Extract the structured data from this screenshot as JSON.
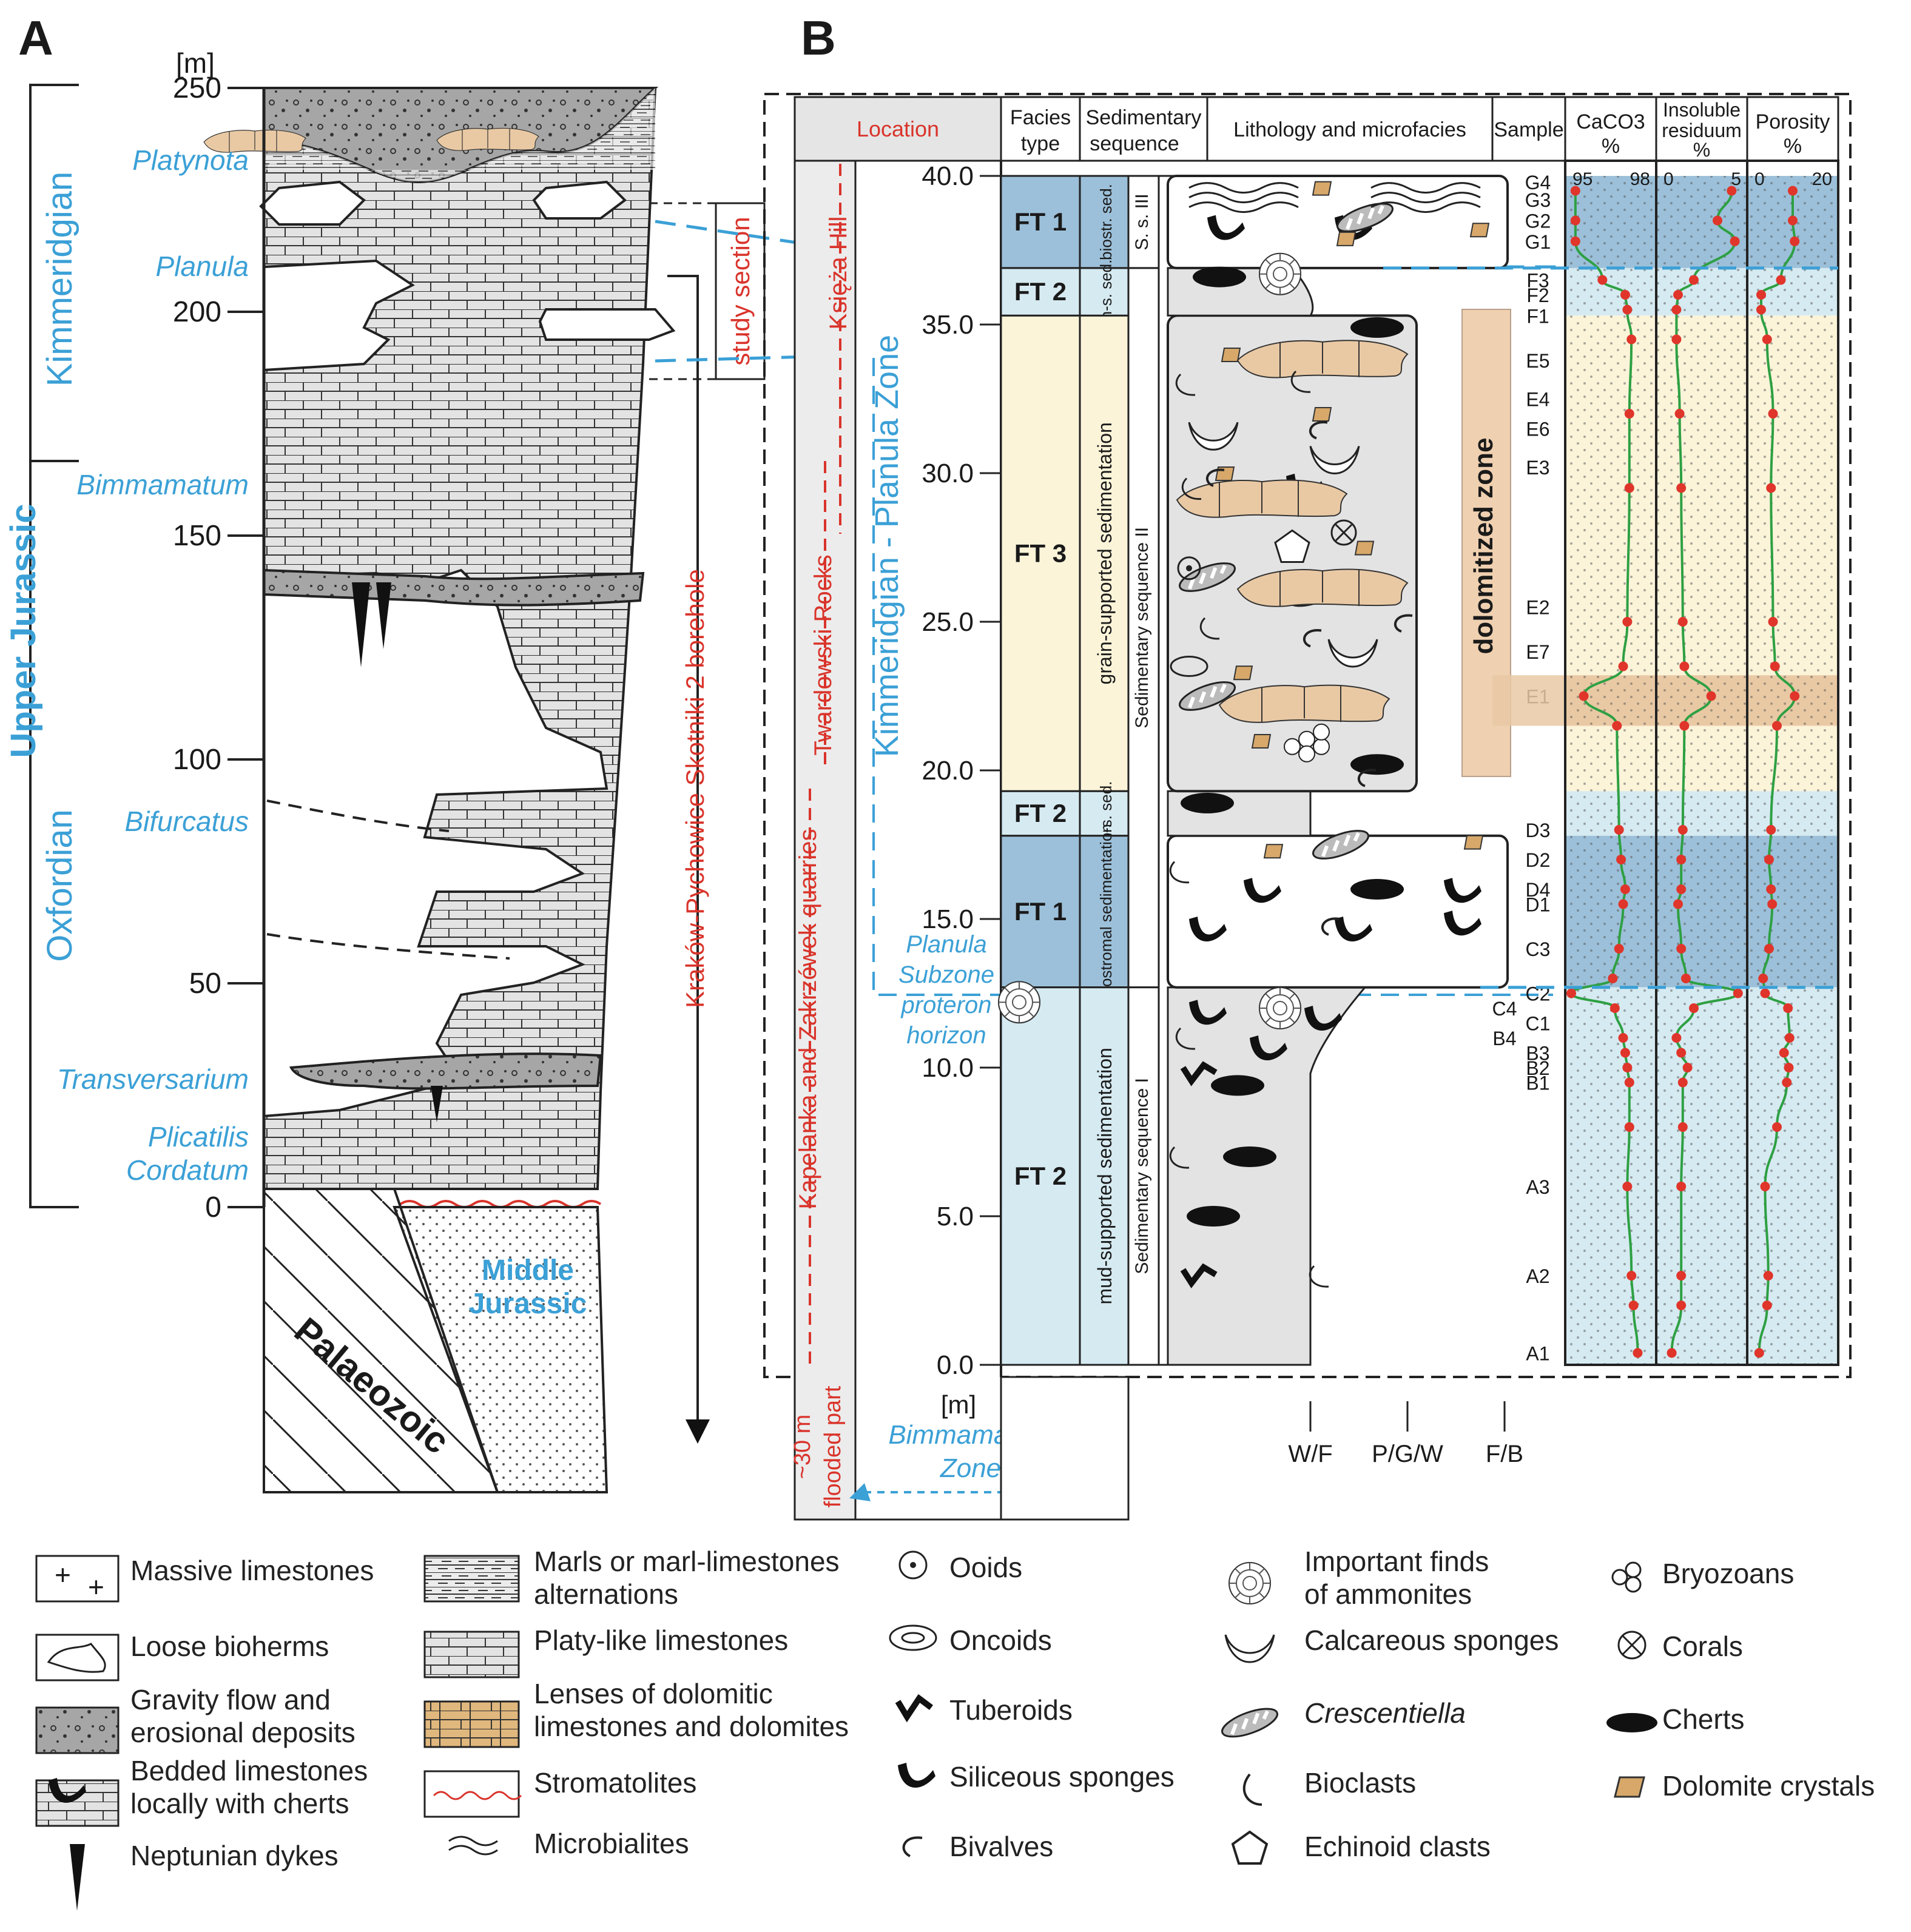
{
  "panel_a": {
    "label": "A",
    "unit": "[m]",
    "ticks": [
      "250",
      "200",
      "150",
      "100",
      "50",
      "0"
    ],
    "stage_labels": {
      "kimmeridgian": "Kimmeridgian",
      "upper_jurassic": "Upper Jurassic",
      "oxfordian": "Oxfordian"
    },
    "zones": [
      "Platynota",
      "Planula",
      "Bimmamatum",
      "Bifurcatus",
      "Transversarium",
      "Plicatilis",
      "Cordatum"
    ],
    "study_section": "study section",
    "borehole": "Kraków-Pychowice Skotniki 2 borehole",
    "middle_jurassic": [
      "Middle",
      "Jurassic"
    ],
    "palaeozoic": "Palaeozoic"
  },
  "panel_b": {
    "label": "B",
    "headers": {
      "location": "Location",
      "facies": [
        "Facies",
        "type"
      ],
      "sequence": [
        "Sedimentary",
        "sequence"
      ],
      "lithology": "Lithology and microfacies",
      "sample": "Sample",
      "caco3": [
        "CaCO3",
        "%"
      ],
      "insoluble": [
        "Insoluble",
        "residuum",
        "%"
      ],
      "porosity": [
        "Porosity",
        "%"
      ]
    },
    "depth_ticks": [
      "40.0",
      "35.0",
      "30.0",
      "25.0",
      "20.0",
      "15.0",
      "10.0",
      "5.0",
      "0.0"
    ],
    "depth_unit": "[m]",
    "locations": {
      "ksieza": "Księża Hill",
      "twardowski": "Twardowski Rocks",
      "kapelanka": "Kapelanka and Zakrzówek quarries",
      "flooded": [
        "~30 m",
        "flooded part"
      ]
    },
    "zone_label": "Kimmeridgian - Planula Zone",
    "planula_subzone": [
      "Planula",
      "Subzone"
    ],
    "proteron": [
      "proteron",
      "horizon"
    ],
    "bimmamatum_zone": [
      "Bimmamatum",
      "Zone"
    ],
    "facies": [
      {
        "label": "FT 1",
        "seq": "biostr. sed."
      },
      {
        "label": "FT 2",
        "seq": "m-s. sed."
      },
      {
        "label": "FT 3",
        "seq": "grain-supported sedimentation"
      },
      {
        "label": "FT 2",
        "seq": "m-s. sed."
      },
      {
        "label": "FT 1",
        "seq": "biostromal sedimentation"
      },
      {
        "label": "FT 2",
        "seq": "mud-supported sedimentation"
      }
    ],
    "sequences": [
      "S. s. III",
      "Sedimentary sequence II",
      "Sedimentary sequence I"
    ],
    "dolomitized": "dolomitized zone",
    "texture_labels": [
      "W/F",
      "P/G/W",
      "F/B"
    ],
    "caco3_scale": [
      "95",
      "98"
    ],
    "insoluble_scale": [
      "0",
      "5"
    ],
    "porosity_scale": [
      "0",
      "20"
    ],
    "colors": {
      "ft1": "#9cc0d9",
      "ft2": "#d6eaf1",
      "ft3": "#fbf4d9",
      "dolomite": "#e9c9a4",
      "accent_blue": "#3ba0d6",
      "accent_red": "#d9342b",
      "curve": "#2ea043"
    }
  },
  "chart_data": {
    "type": "line",
    "y_label": "[m]",
    "ylim": [
      0,
      40
    ],
    "series": [
      {
        "name": "CaCO3",
        "xlim": [
          95,
          98.8
        ],
        "points": [
          [
            0.4,
            98.2
          ],
          [
            2.0,
            98.0
          ],
          [
            3.0,
            97.9
          ],
          [
            6.0,
            97.7
          ],
          [
            8.0,
            97.8
          ],
          [
            9.5,
            97.8
          ],
          [
            10.0,
            97.7
          ],
          [
            10.5,
            97.6
          ],
          [
            11.0,
            97.5
          ],
          [
            12.0,
            97.1
          ],
          [
            12.5,
            95.0
          ],
          [
            13.0,
            97.0
          ],
          [
            14.0,
            97.3
          ],
          [
            15.5,
            97.5
          ],
          [
            16.0,
            97.6
          ],
          [
            17.0,
            97.4
          ],
          [
            18.0,
            97.3
          ],
          [
            21.5,
            97.2
          ],
          [
            22.5,
            95.6
          ],
          [
            23.5,
            97.5
          ],
          [
            25.0,
            97.7
          ],
          [
            29.5,
            97.8
          ],
          [
            32.0,
            97.8
          ],
          [
            34.5,
            97.9
          ],
          [
            35.5,
            97.7
          ],
          [
            36.0,
            97.6
          ],
          [
            36.5,
            96.5
          ],
          [
            37.8,
            95.2
          ],
          [
            38.5,
            95.2
          ],
          [
            39.5,
            95.2
          ]
        ]
      },
      {
        "name": "Insoluble residuum",
        "xlim": [
          0,
          5
        ],
        "points": [
          [
            0.4,
            0.6
          ],
          [
            2.0,
            1.2
          ],
          [
            3.0,
            1.2
          ],
          [
            6.0,
            1.2
          ],
          [
            8.0,
            1.3
          ],
          [
            9.5,
            1.3
          ],
          [
            10.0,
            1.6
          ],
          [
            10.5,
            1.2
          ],
          [
            11.0,
            0.9
          ],
          [
            12.0,
            2.0
          ],
          [
            12.5,
            4.8
          ],
          [
            13.0,
            1.5
          ],
          [
            14.0,
            1.2
          ],
          [
            15.5,
            1.0
          ],
          [
            16.0,
            1.2
          ],
          [
            17.0,
            1.2
          ],
          [
            18.0,
            1.3
          ],
          [
            21.5,
            1.4
          ],
          [
            22.5,
            3.1
          ],
          [
            23.5,
            1.4
          ],
          [
            25.0,
            1.3
          ],
          [
            29.5,
            1.2
          ],
          [
            32.0,
            1.1
          ],
          [
            34.5,
            0.9
          ],
          [
            35.5,
            0.9
          ],
          [
            36.0,
            1.0
          ],
          [
            36.5,
            2.0
          ],
          [
            37.8,
            4.6
          ],
          [
            38.5,
            3.5
          ],
          [
            39.5,
            4.4
          ]
        ]
      },
      {
        "name": "Porosity",
        "xlim": [
          0,
          20
        ],
        "points": [
          [
            0.4,
            1.5
          ],
          [
            2.0,
            3.5
          ],
          [
            3.0,
            3.8
          ],
          [
            6.0,
            3.0
          ],
          [
            8.0,
            6.0
          ],
          [
            9.5,
            8.5
          ],
          [
            10.0,
            9.0
          ],
          [
            10.5,
            7.8
          ],
          [
            11.0,
            9.2
          ],
          [
            12.0,
            8.8
          ],
          [
            12.5,
            3.0
          ],
          [
            13.0,
            2.5
          ],
          [
            14.0,
            4.0
          ],
          [
            15.5,
            4.8
          ],
          [
            16.0,
            4.5
          ],
          [
            17.0,
            4.0
          ],
          [
            18.0,
            4.5
          ],
          [
            21.5,
            6.0
          ],
          [
            22.5,
            10.5
          ],
          [
            23.5,
            5.5
          ],
          [
            25.0,
            5.0
          ],
          [
            29.5,
            4.5
          ],
          [
            32.0,
            5.0
          ],
          [
            34.5,
            3.5
          ],
          [
            35.5,
            2.0
          ],
          [
            36.0,
            2.0
          ],
          [
            36.5,
            7.0
          ],
          [
            37.8,
            10.5
          ],
          [
            38.5,
            10.0
          ],
          [
            39.5,
            10.0
          ]
        ]
      }
    ],
    "samples": [
      {
        "id": "A1",
        "depth": 0.4
      },
      {
        "id": "A2",
        "depth": 3.0
      },
      {
        "id": "A3",
        "depth": 6.0
      },
      {
        "id": "B1",
        "depth": 9.5
      },
      {
        "id": "B2",
        "depth": 10.0
      },
      {
        "id": "B3",
        "depth": 10.5
      },
      {
        "id": "B4",
        "depth": 11.0
      },
      {
        "id": "C1",
        "depth": 11.5
      },
      {
        "id": "C4",
        "depth": 12.0
      },
      {
        "id": "C2",
        "depth": 12.5
      },
      {
        "id": "C3",
        "depth": 14.0
      },
      {
        "id": "D1",
        "depth": 15.5
      },
      {
        "id": "D4",
        "depth": 16.0
      },
      {
        "id": "D2",
        "depth": 17.0
      },
      {
        "id": "D3",
        "depth": 18.0
      },
      {
        "id": "E1",
        "depth": 22.5
      },
      {
        "id": "E7",
        "depth": 24.0
      },
      {
        "id": "E2",
        "depth": 25.5
      },
      {
        "id": "E3",
        "depth": 30.2
      },
      {
        "id": "E6",
        "depth": 31.5
      },
      {
        "id": "E4",
        "depth": 32.5
      },
      {
        "id": "E5",
        "depth": 33.8
      },
      {
        "id": "F1",
        "depth": 35.3
      },
      {
        "id": "F2",
        "depth": 36.0
      },
      {
        "id": "F3",
        "depth": 36.5
      },
      {
        "id": "G1",
        "depth": 37.8
      },
      {
        "id": "G2",
        "depth": 38.5
      },
      {
        "id": "G3",
        "depth": 39.2
      },
      {
        "id": "G4",
        "depth": 39.8
      }
    ]
  },
  "legend": {
    "col1": [
      "Massive limestones",
      "Loose bioherms",
      "Gravity flow and|erosional deposits",
      "Bedded limestones|locally with cherts",
      "Neptunian dykes"
    ],
    "col2": [
      "Marls or marl-limestones|alternations",
      "Platy-like limestones",
      "Lenses of dolomitic|limestones and dolomites",
      "Stromatolites",
      "Microbialites"
    ],
    "col3": [
      "Ooids",
      "Oncoids",
      "Tuberoids",
      "Siliceous sponges",
      "Bivalves"
    ],
    "col4": [
      "Important finds|of ammonites",
      "Calcareous sponges",
      "Crescentiella",
      "Bioclasts",
      "Echinoid clasts"
    ],
    "col5": [
      "Bryozoans",
      "Corals",
      "Cherts",
      "Dolomite crystals"
    ]
  }
}
